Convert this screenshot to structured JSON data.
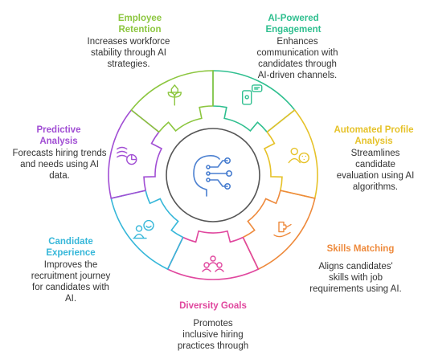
{
  "segments": [
    {
      "key": "ai-engagement",
      "title": "AI-Powered Engagement",
      "desc": "Enhances communication with candidates through AI-driven channels.",
      "color": "#2fbf8f",
      "icon": "chat-phone-icon"
    },
    {
      "key": "automated-profile",
      "title": "Automated Profile Analysis",
      "desc": "Streamlines candidate evaluation using AI algorithms.",
      "color": "#e6c229",
      "icon": "profile-analysis-icon"
    },
    {
      "key": "skills-matching",
      "title": "Skills Matching",
      "desc": "Aligns candidates' skills with job requirements using AI.",
      "color": "#ee8a3c",
      "icon": "puzzle-hand-icon"
    },
    {
      "key": "diversity-goals",
      "title": "Diversity Goals",
      "desc": "Promotes inclusive hiring practices through",
      "color": "#e0479e",
      "icon": "group-icon"
    },
    {
      "key": "candidate-experience",
      "title": "Candidate Experience",
      "desc": "Improves the recruitment journey for candidates with AI.",
      "color": "#36b7d9",
      "icon": "candidate-smile-icon"
    },
    {
      "key": "predictive-analysis",
      "title": "Predictive Analysis",
      "desc": "Forecasts hiring trends and needs using AI data.",
      "color": "#a14ed4",
      "icon": "forecast-icon"
    },
    {
      "key": "employee-retention",
      "title": "Employee Retention",
      "desc": "Increases workforce stability through AI strategies.",
      "color": "#8cc63f",
      "icon": "house-tree-icon"
    }
  ],
  "center": {
    "icon": "ai-head-icon",
    "color": "#4a7fd0"
  }
}
